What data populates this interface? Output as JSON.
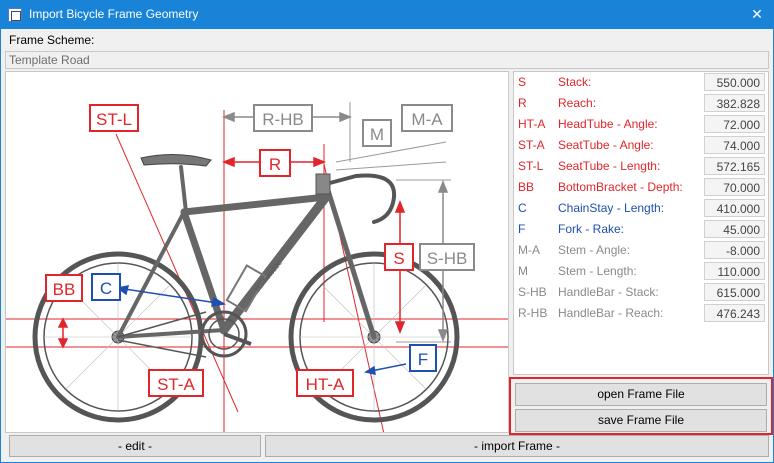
{
  "window": {
    "title": "Import Bicycle Frame Geometry",
    "close_glyph": "✕"
  },
  "scheme": {
    "label": "Frame Scheme:",
    "value": "Template Road"
  },
  "drawing": {
    "labels": {
      "st_l": "ST-L",
      "r_hb": "R-HB",
      "m": "M",
      "m_a": "M-A",
      "r": "R",
      "s": "S",
      "s_hb": "S-HB",
      "bb": "BB",
      "c": "C",
      "st_a": "ST-A",
      "ht_a": "HT-A",
      "f": "F"
    },
    "frame_decal": "bbPhoto220"
  },
  "colors": {
    "red": "#e0262b",
    "blue": "#1f4fb0",
    "gray": "#8a8a8a",
    "titlebar": "#1883d7"
  },
  "parameters": [
    {
      "abbr": "S",
      "name": "Stack:",
      "value": "550.000",
      "color": "#e0262b"
    },
    {
      "abbr": "R",
      "name": "Reach:",
      "value": "382.828",
      "color": "#e0262b"
    },
    {
      "abbr": "HT-A",
      "name": "HeadTube - Angle:",
      "value": "72.000",
      "color": "#e0262b"
    },
    {
      "abbr": "ST-A",
      "name": "SeatTube - Angle:",
      "value": "74.000",
      "color": "#e0262b"
    },
    {
      "abbr": "ST-L",
      "name": "SeatTube - Length:",
      "value": "572.165",
      "color": "#e0262b"
    },
    {
      "abbr": "BB",
      "name": "BottomBracket - Depth:",
      "value": "70.000",
      "color": "#e0262b"
    },
    {
      "abbr": "C",
      "name": "ChainStay - Length:",
      "value": "410.000",
      "color": "#1f4fb0"
    },
    {
      "abbr": "F",
      "name": "Fork - Rake:",
      "value": "45.000",
      "color": "#1f4fb0"
    },
    {
      "abbr": "M-A",
      "name": "Stem - Angle:",
      "value": "-8.000",
      "color": "#8a8a8a"
    },
    {
      "abbr": "M",
      "name": "Stem - Length:",
      "value": "110.000",
      "color": "#8a8a8a"
    },
    {
      "abbr": "S-HB",
      "name": "HandleBar - Stack:",
      "value": "615.000",
      "color": "#8a8a8a"
    },
    {
      "abbr": "R-HB",
      "name": "HandleBar - Reach:",
      "value": "476.243",
      "color": "#8a8a8a"
    }
  ],
  "buttons": {
    "open": "open Frame File",
    "save": "save Frame File",
    "edit": "- edit -",
    "import": "- import Frame -"
  }
}
